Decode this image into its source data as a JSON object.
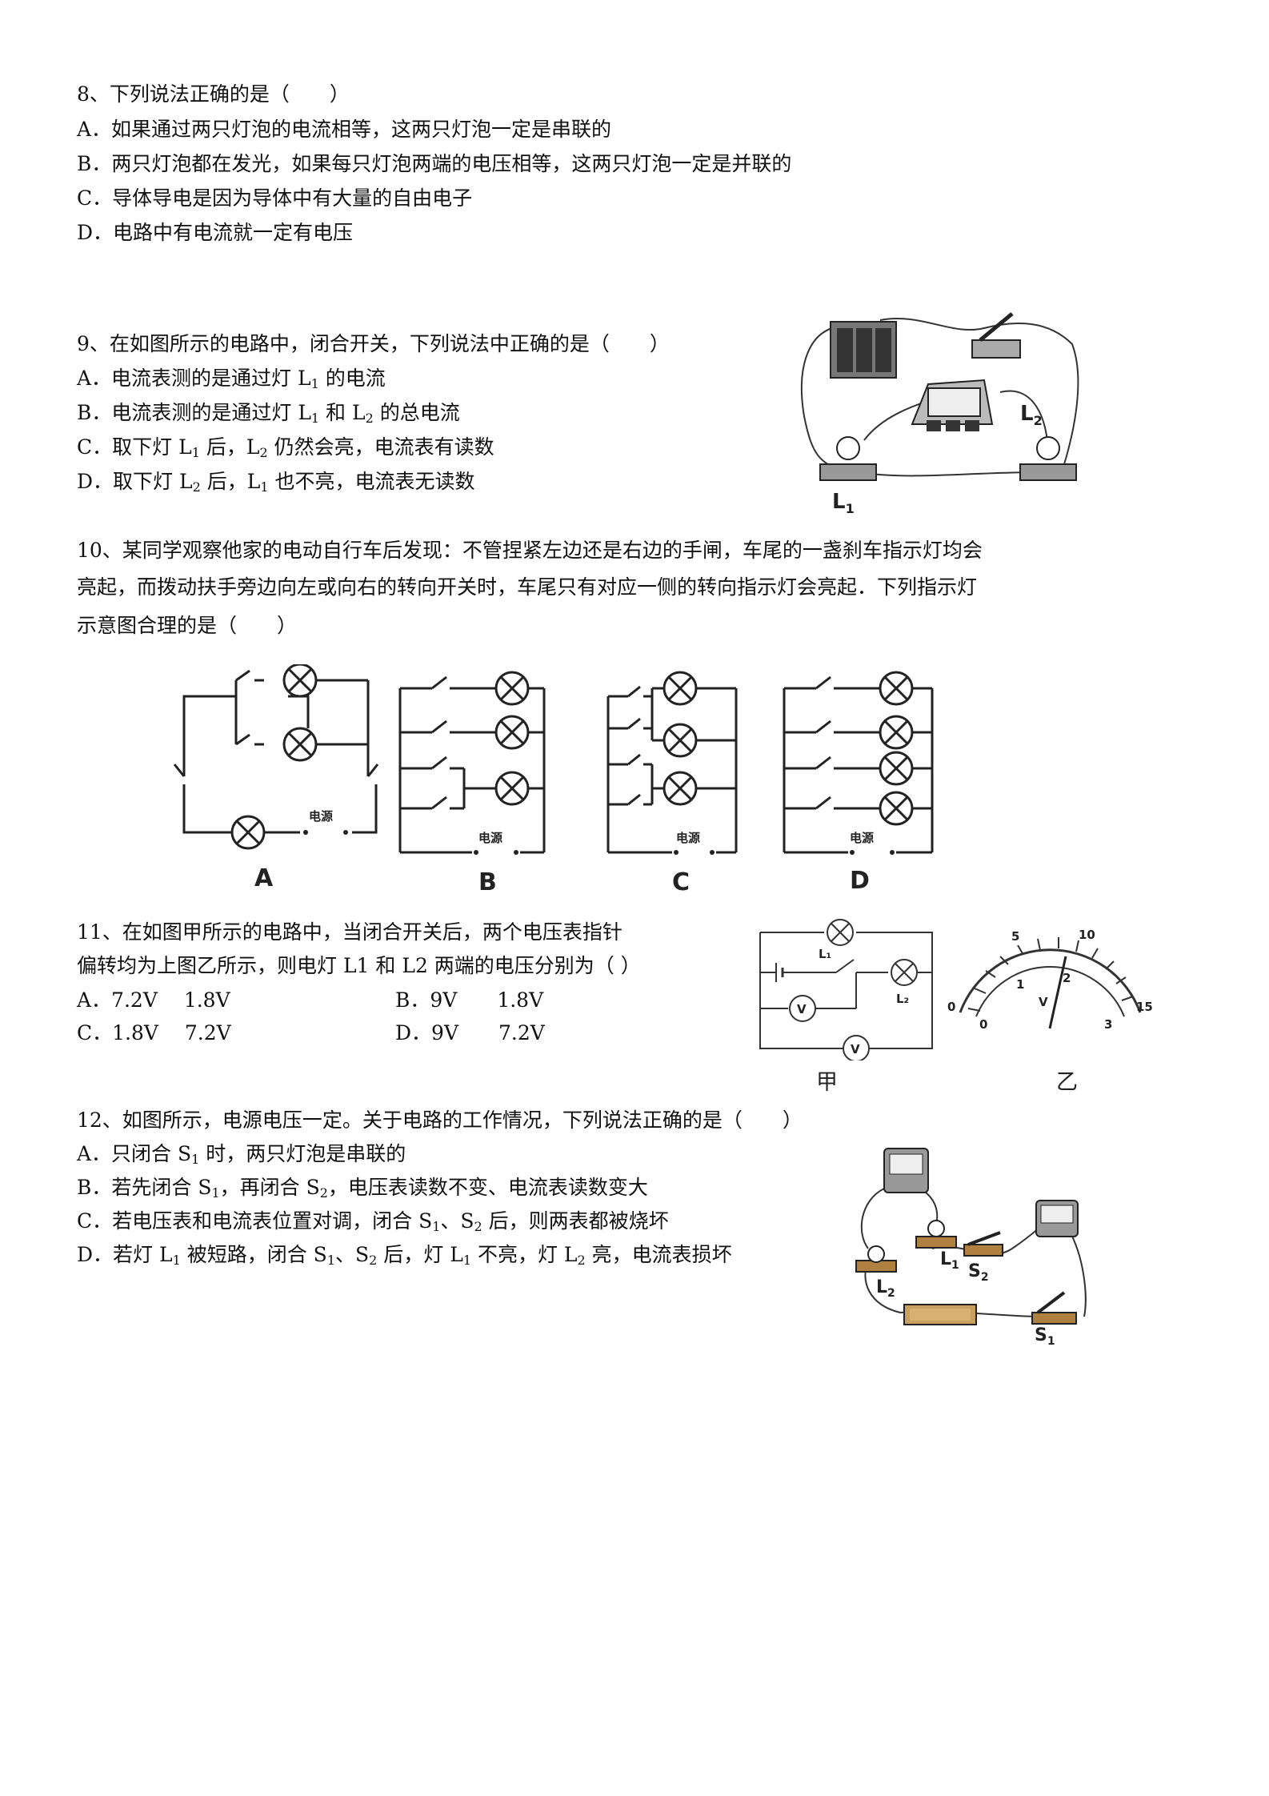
{
  "q8": {
    "stem": "8、下列说法正确的是（　　）",
    "a": "A．如果通过两只灯泡的电流相等，这两只灯泡一定是串联的",
    "b": "B．两只灯泡都在发光，如果每只灯泡两端的电压相等，这两只灯泡一定是并联的",
    "c": "C．导体导电是因为导体中有大量的自由电子",
    "d": "D．电路中有电流就一定有电压"
  },
  "q9": {
    "stem": "9、在如图所示的电路中，闭合开关，下列说法中正确的是（　　）",
    "a_pre": "A．电流表测的是通过灯 L",
    "a_sub": "1",
    "a_post": " 的电流",
    "b_pre": "B．电流表测的是通过灯 L",
    "b_sub1": "1",
    "b_mid": " 和 L",
    "b_sub2": "2",
    "b_post": " 的总电流",
    "c_pre": "C．取下灯 L",
    "c_sub1": "1",
    "c_mid": " 后，L",
    "c_sub2": "2",
    "c_post": " 仍然会亮，电流表有读数",
    "d_pre": "D．取下灯 L",
    "d_sub1": "2",
    "d_mid": " 后，L",
    "d_sub2": "1",
    "d_post": " 也不亮，电流表无读数",
    "fig_label_l1": "L",
    "fig_label_l1_sub": "1",
    "fig_label_l2": "L",
    "fig_label_l2_sub": "2"
  },
  "q10": {
    "line1": "10、某同学观察他家的电动自行车后发现：不管捏紧左边还是右边的手闸，车尾的一盏刹车指示灯均会",
    "line2": "亮起，而拨动扶手旁边向左或向右的转向开关时，车尾只有对应一侧的转向指示灯会亮起．下列指示灯",
    "line3": "示意图合理的是（　　）",
    "power_label": "电源",
    "cap_a": "A",
    "cap_b": "B",
    "cap_c": "C",
    "cap_d": "D"
  },
  "q11": {
    "line1": "11、在如图甲所示的电路中，当闭合开关后，两个电压表指针",
    "line2": "偏转均为上图乙所示，则电灯 L1 和 L2 两端的电压分别为（ ）",
    "a": "A．7.2V　 1.8V",
    "b": "B．9V　　1.8V",
    "c": "C．1.8V　 7.2V",
    "d": "D．9V　　7.2V",
    "fig_jia": "甲",
    "fig_yi": "乙",
    "l1": "L₁",
    "l2": "L₂",
    "v": "V",
    "scale_top": [
      "5",
      "10"
    ],
    "scale_bottom": [
      "0",
      "1",
      "2",
      "3"
    ],
    "scale_left": "0",
    "scale_right": "15",
    "meter_v": "V"
  },
  "q12": {
    "stem": "12、如图所示，电源电压一定。关于电路的工作情况，下列说法正确的是（　　）",
    "a_pre": "A．只闭合 S",
    "a_sub": "1",
    "a_post": " 时，两只灯泡是串联的",
    "b_pre": "B．若先闭合 S",
    "b_sub1": "1",
    "b_mid": "，再闭合 S",
    "b_sub2": "2",
    "b_post": "，电压表读数不变、电流表读数变大",
    "c_pre": "C．若电压表和电流表位置对调，闭合 S",
    "c_sub1": "1",
    "c_mid": "、S",
    "c_sub2": "2",
    "c_post": " 后，则两表都被烧坏",
    "d_pre": "D．若灯 L",
    "d_sub1": "1",
    "d_mid1": " 被短路，闭合 S",
    "d_sub2": "1",
    "d_mid2": "、S",
    "d_sub3": "2",
    "d_mid3": " 后，灯 L",
    "d_sub4": "1",
    "d_mid4": " 不亮，灯 L",
    "d_sub5": "2",
    "d_post": " 亮，电流表损坏",
    "fig_l1": "L",
    "fig_l1_sub": "1",
    "fig_l2": "L",
    "fig_l2_sub": "2",
    "fig_s1": "S",
    "fig_s1_sub": "1",
    "fig_s2": "S",
    "fig_s2_sub": "2"
  }
}
